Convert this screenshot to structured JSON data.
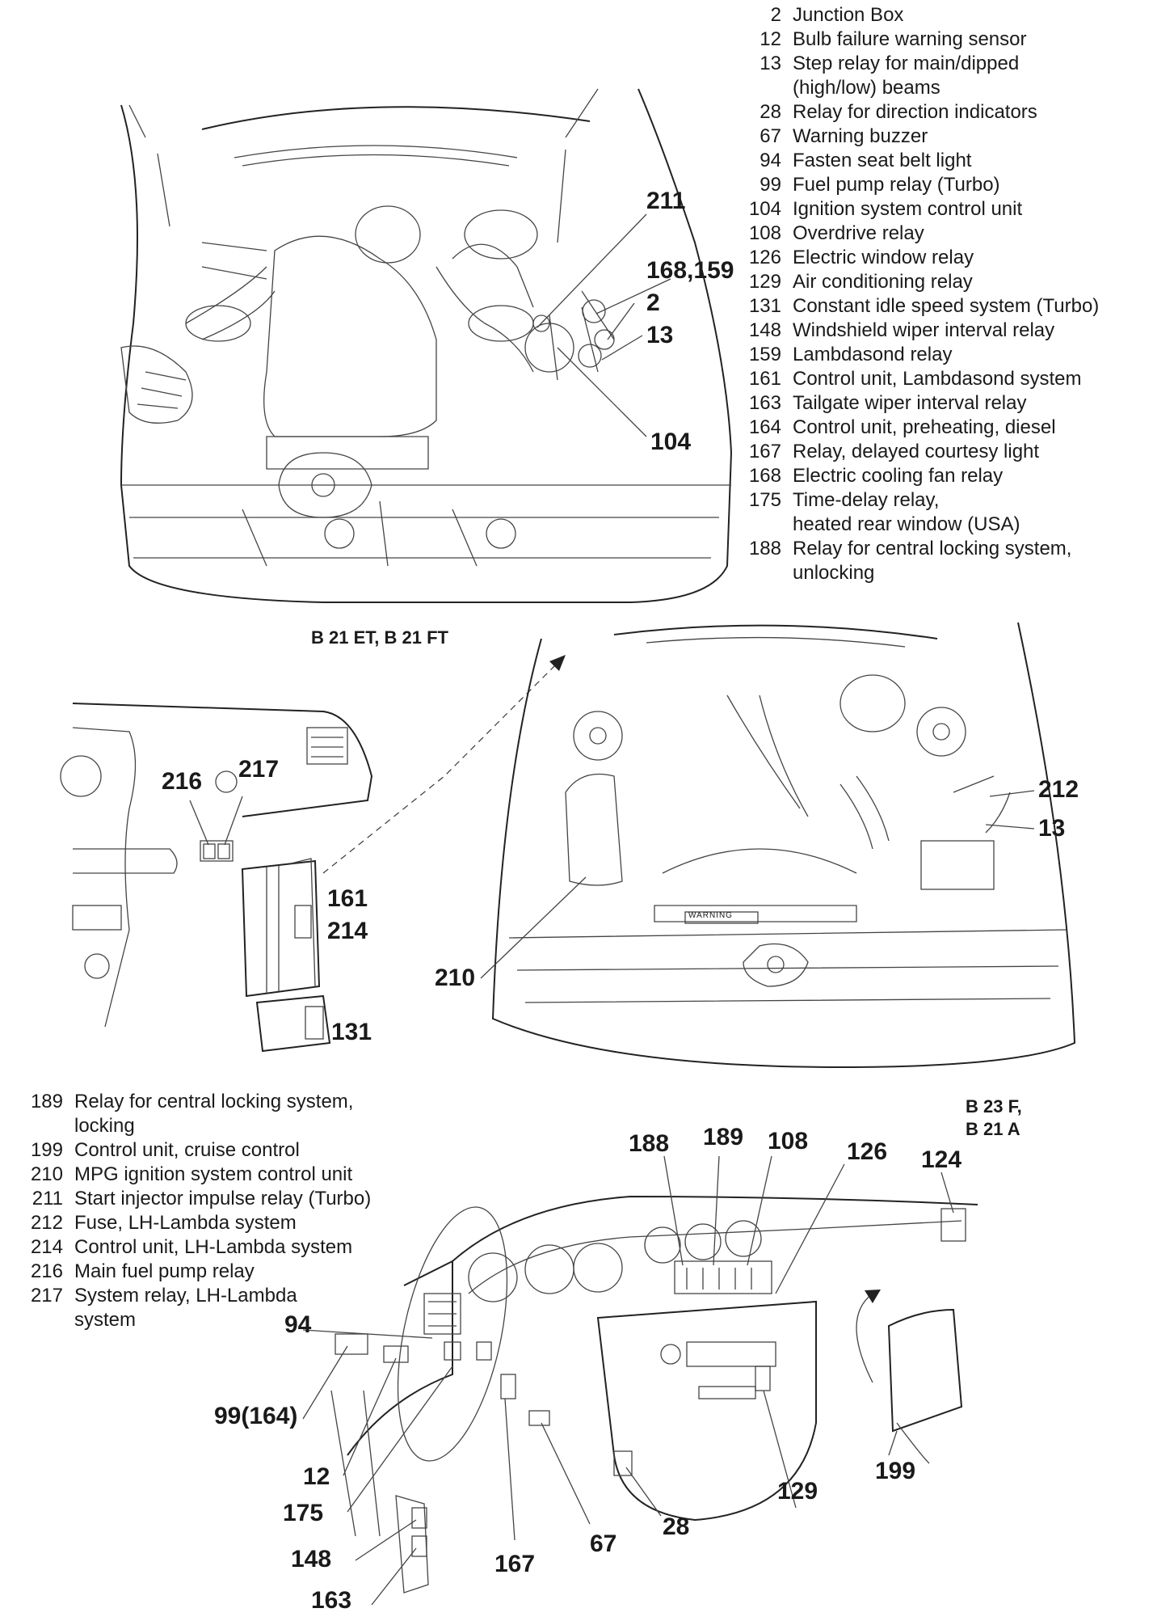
{
  "legend_top": [
    {
      "num": "2",
      "text": "Junction Box"
    },
    {
      "num": "12",
      "text": "Bulb failure warning sensor"
    },
    {
      "num": "13",
      "text": "Step relay for main/dipped"
    },
    {
      "num": "",
      "text": "(high/low) beams"
    },
    {
      "num": "28",
      "text": "Relay for direction indicators"
    },
    {
      "num": "67",
      "text": "Warning buzzer"
    },
    {
      "num": "94",
      "text": "Fasten seat belt light"
    },
    {
      "num": "99",
      "text": "Fuel pump relay (Turbo)"
    },
    {
      "num": "104",
      "text": "Ignition system control unit"
    },
    {
      "num": "108",
      "text": "Overdrive relay"
    },
    {
      "num": "126",
      "text": "Electric window relay"
    },
    {
      "num": "129",
      "text": "Air conditioning relay"
    },
    {
      "num": "131",
      "text": "Constant idle speed system (Turbo)"
    },
    {
      "num": "148",
      "text": "Windshield wiper interval relay"
    },
    {
      "num": "159",
      "text": "Lambdasond relay"
    },
    {
      "num": "161",
      "text": "Control unit, Lambdasond system"
    },
    {
      "num": "163",
      "text": "Tailgate wiper interval relay"
    },
    {
      "num": "164",
      "text": "Control unit, preheating, diesel"
    },
    {
      "num": "167",
      "text": "Relay, delayed courtesy light"
    },
    {
      "num": "168",
      "text": "Electric cooling fan relay"
    },
    {
      "num": "175",
      "text": "Time-delay relay,"
    },
    {
      "num": "",
      "text": "heated rear window (USA)"
    },
    {
      "num": "188",
      "text": "Relay for central locking system,"
    },
    {
      "num": "",
      "text": "unlocking"
    }
  ],
  "legend_bottom": [
    {
      "num": "189",
      "text": "Relay for central locking system,"
    },
    {
      "num": "",
      "text": "locking"
    },
    {
      "num": "199",
      "text": "Control unit, cruise control"
    },
    {
      "num": "210",
      "text": "MPG ignition system control unit"
    },
    {
      "num": "211",
      "text": "Start injector impulse relay (Turbo)"
    },
    {
      "num": "212",
      "text": "Fuse, LH-Lambda system"
    },
    {
      "num": "214",
      "text": "Control unit, LH-Lambda system"
    },
    {
      "num": "216",
      "text": "Main fuel pump relay"
    },
    {
      "num": "217",
      "text": "System relay, LH-Lambda"
    },
    {
      "num": "",
      "text": "system"
    }
  ],
  "captions": {
    "engine_top": "B 21 ET, B 21 FT",
    "engine_right_line1": "B 23 F,",
    "engine_right_line2": "B 21 A"
  },
  "callouts": {
    "c211": "211",
    "c168_159": "168,159",
    "c2": "2",
    "c13a": "13",
    "c104": "104",
    "c216": "216",
    "c217": "217",
    "c161": "161",
    "c214": "214",
    "c131": "131",
    "c212": "212",
    "c13b": "13",
    "c210": "210",
    "c188": "188",
    "c189": "189",
    "c108": "108",
    "c126": "126",
    "c124": "124",
    "c94": "94",
    "c99_164": "99(164)",
    "c12": "12",
    "c175": "175",
    "c148": "148",
    "c163": "163",
    "c167": "167",
    "c67": "67",
    "c28": "28",
    "c129": "129",
    "c199": "199"
  },
  "warning_label": "WARNING"
}
